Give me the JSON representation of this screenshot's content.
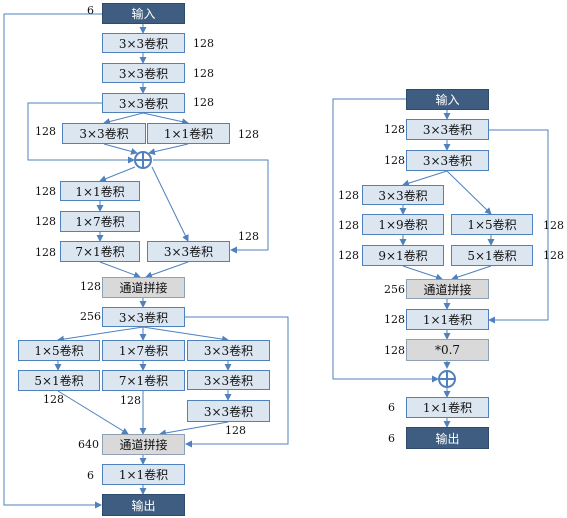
{
  "left": {
    "input": "输入",
    "conv1": "3×3卷积",
    "conv2": "3×3卷积",
    "conv3": "3×3卷积",
    "branch_a": "3×3卷积",
    "branch_b": "1×1卷积",
    "c1x1": "1×1卷积",
    "c1x7": "1×7卷积",
    "c7x1": "7×1卷积",
    "c3x3_side": "3×3卷积",
    "concat1": "通道拼接",
    "conv_mid": "3×3卷积",
    "b1_top": "1×5卷积",
    "b1_bot": "5×1卷积",
    "b2_top": "1×7卷积",
    "b2_bot": "7×1卷积",
    "b3_1": "3×3卷积",
    "b3_2": "3×3卷积",
    "b3_3": "3×3卷积",
    "concat2": "通道拼接",
    "conv_last": "1×1卷积",
    "output": "输出",
    "labels": {
      "in_ch": "6",
      "c1": "128",
      "c2": "128",
      "c3": "128",
      "ba": "128",
      "bb": "128",
      "r1": "128",
      "r2": "128",
      "r3": "128",
      "side": "128",
      "cat1": "128",
      "mid": "256",
      "b1": "128",
      "b2": "128",
      "b3": "128",
      "cat2": "640",
      "last": "6"
    }
  },
  "right": {
    "input": "输入",
    "conv1": "3×3卷积",
    "conv2": "3×3卷积",
    "conv3": "3×3卷积",
    "c1x9": "1×9卷积",
    "c9x1": "9×1卷积",
    "c1x5": "1×5卷积",
    "c5x1": "5×1卷积",
    "concat": "通道拼接",
    "c1x1": "1×1卷积",
    "scale": "*0.7",
    "c1x1_out": "1×1卷积",
    "output": "输出",
    "labels": {
      "c1": "128",
      "c2": "128",
      "l1": "128",
      "l2": "128",
      "l3": "128",
      "r1": "128",
      "r2": "128",
      "cat": "256",
      "c1x1": "128",
      "scale": "128",
      "out1": "6",
      "out2": "6"
    }
  },
  "colors": {
    "box_fill": "#dce6f1",
    "box_border": "#4f81bd",
    "concat_fill": "#d9d9d9",
    "io_fill": "#3e5d80",
    "arrow": "#4f81bd"
  }
}
